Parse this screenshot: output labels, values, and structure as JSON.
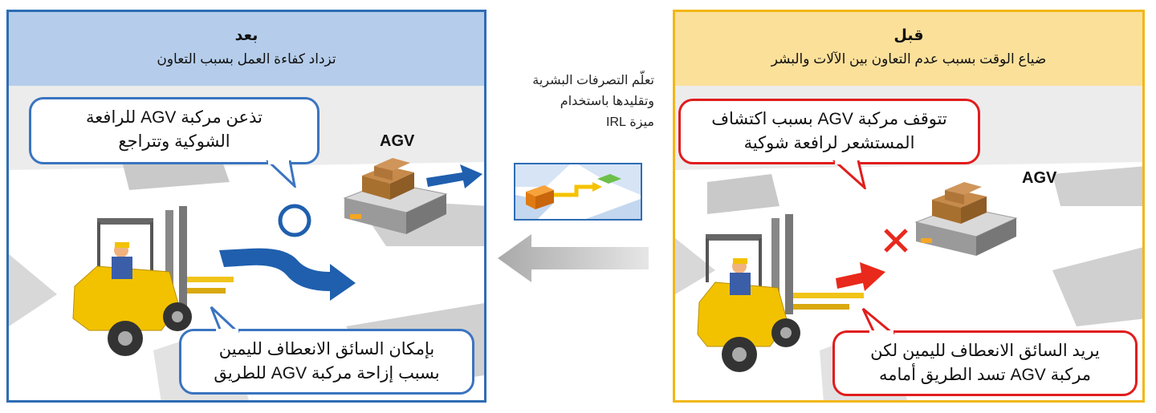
{
  "after_panel": {
    "title": "بعد",
    "subtitle": "تزداد كفاءة العمل بسبب التعاون",
    "top_bubble": [
      "تذعن مركبة AGV للرافعة",
      "الشوكية وتتراجع"
    ],
    "bottom_bubble": [
      "بإمكان السائق الانعطاف لليمين",
      "بسبب إزاحة مركبة AGV للطريق"
    ],
    "agv_label": "AGV",
    "result_mark": "circle-ok",
    "colors": {
      "border": "#2e6db4",
      "header": "#b5cdea",
      "arrow": "#1f5fae"
    }
  },
  "before_panel": {
    "title": "قبل",
    "subtitle": "ضياع الوقت بسبب عدم التعاون بين الآلات والبشر",
    "top_bubble": [
      "تتوقف مركبة AGV بسبب اكتشاف",
      "المستشعر لرافعة شوكية"
    ],
    "bottom_bubble": [
      "يريد السائق الانعطاف لليمين لكن",
      "مركبة AGV تسد الطريق أمامه"
    ],
    "agv_label": "AGV",
    "result_mark": "x-blocked",
    "colors": {
      "border": "#f2b716",
      "header": "#fbe09a",
      "arrow": "#e8291c"
    }
  },
  "middle": {
    "text": [
      "تعلّم التصرفات البشرية",
      "وتقليدها باستخدام",
      "ميزة IRL"
    ],
    "icon": "irl-learning-icon",
    "arrow": "gray-left-arrow"
  }
}
